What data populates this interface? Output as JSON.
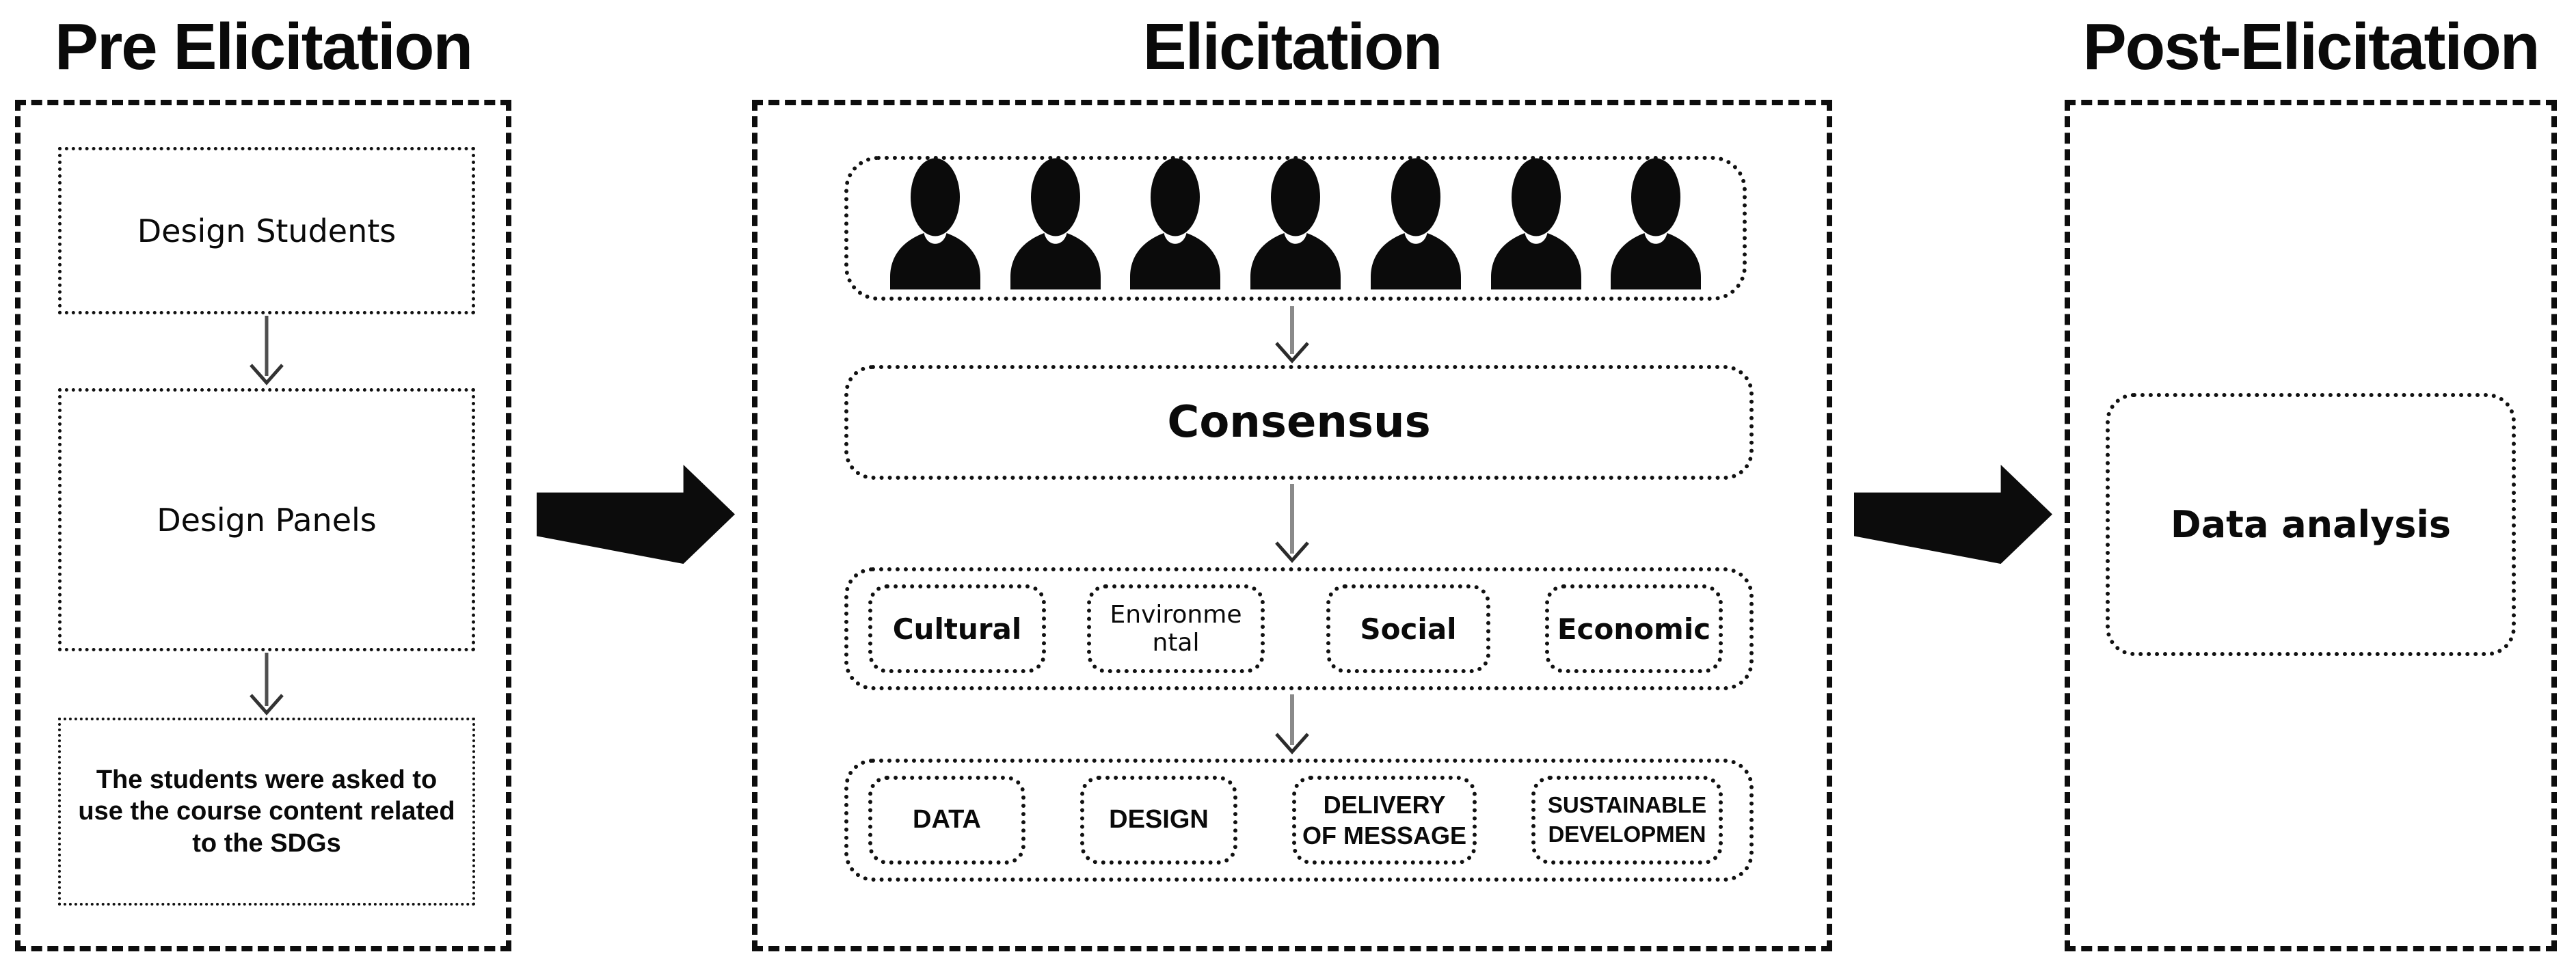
{
  "figure": {
    "background": "#ffffff",
    "ink": "#0a0a0a",
    "stem_gray": "#8a8a8a",
    "stem_dark": "#4f4f4f"
  },
  "pre": {
    "title": "Pre Elicitation",
    "box1": "Design Students",
    "box2": "Design Panels",
    "box3": "The students were asked to\nuse the course content related\nto the SDGs"
  },
  "elicitation": {
    "title": "Elicitation",
    "persons_count": 7,
    "person_icon": "person-icon",
    "consensus": "Consensus",
    "criteria": [
      "Cultural",
      "Environme\nntal",
      "Social",
      "Economic"
    ],
    "themes": [
      "DATA",
      "DESIGN",
      "DELIVERY\nOF MESSAGE",
      "SUSTAINABLE\nDEVELOPMEN"
    ]
  },
  "post": {
    "title": "Post-Elicitation",
    "box1": "Data analysis"
  }
}
